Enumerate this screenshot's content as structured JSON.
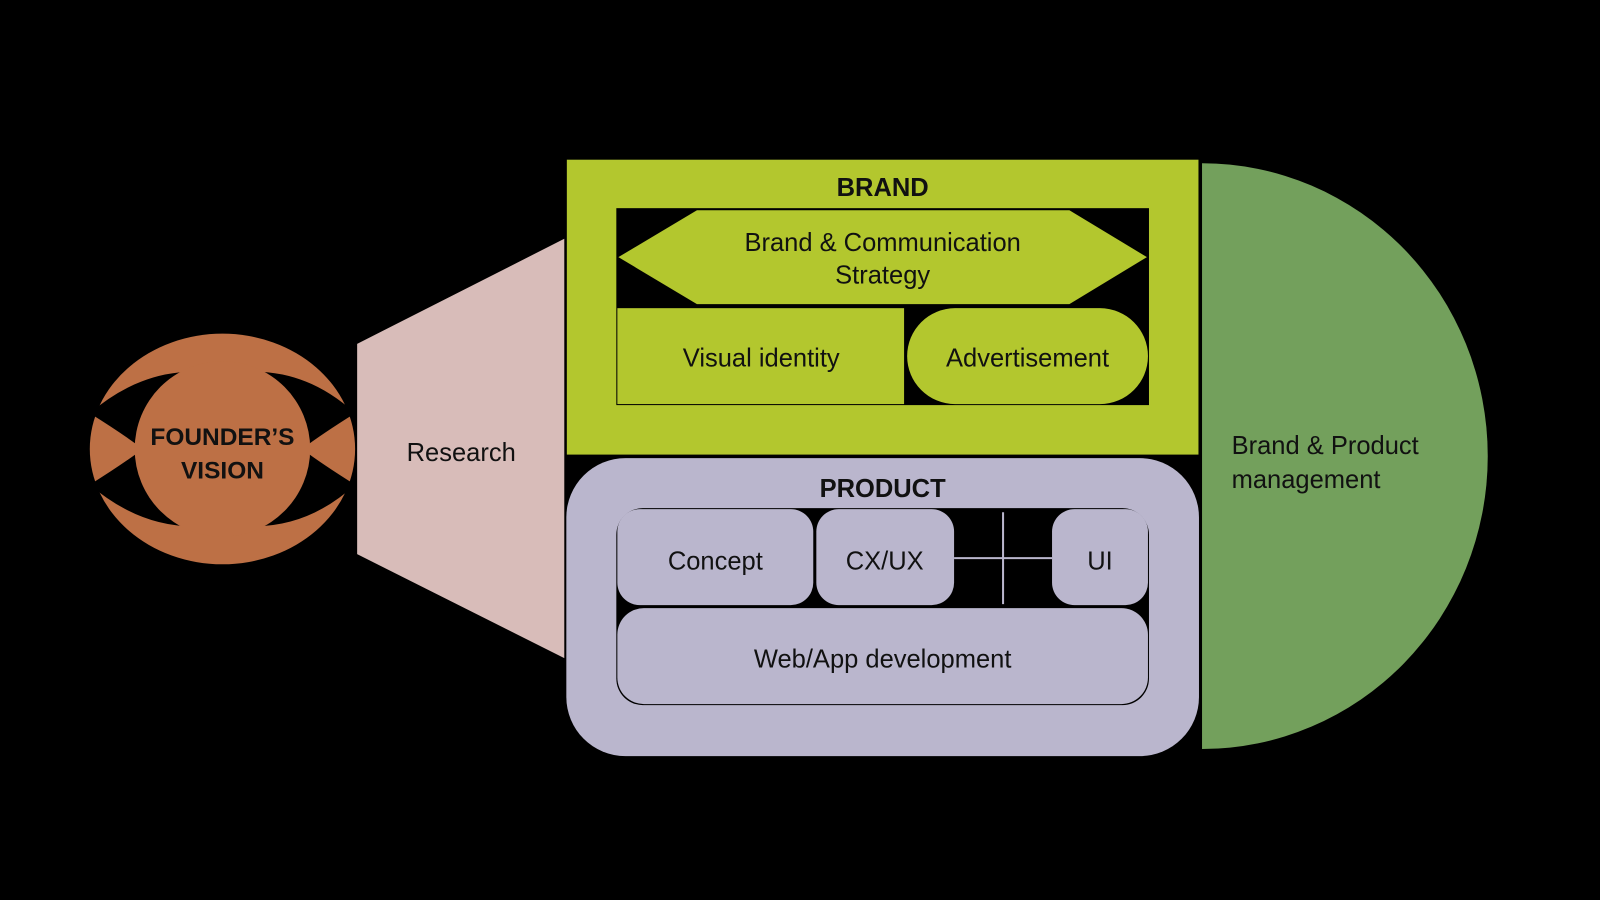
{
  "colors": {
    "background": "#000000",
    "founder": "#bd7045",
    "research": "#d8bcb9",
    "brand": "#b3c72e",
    "product": "#bab6cd",
    "management": "#73a05c",
    "text": "#111111"
  },
  "founder": {
    "line1": "FOUNDER’S",
    "line2": "VISION"
  },
  "research": {
    "label": "Research"
  },
  "brand": {
    "title": "BRAND",
    "strategy_line1": "Brand & Communication",
    "strategy_line2": "Strategy",
    "visual_identity": "Visual identity",
    "advertisement": "Advertisement"
  },
  "product": {
    "title": "PRODUCT",
    "concept": "Concept",
    "cxux": "CX/UX",
    "ui": "UI",
    "webapp": "Web/App development"
  },
  "management": {
    "line1": "Brand & Product",
    "line2": "management"
  }
}
